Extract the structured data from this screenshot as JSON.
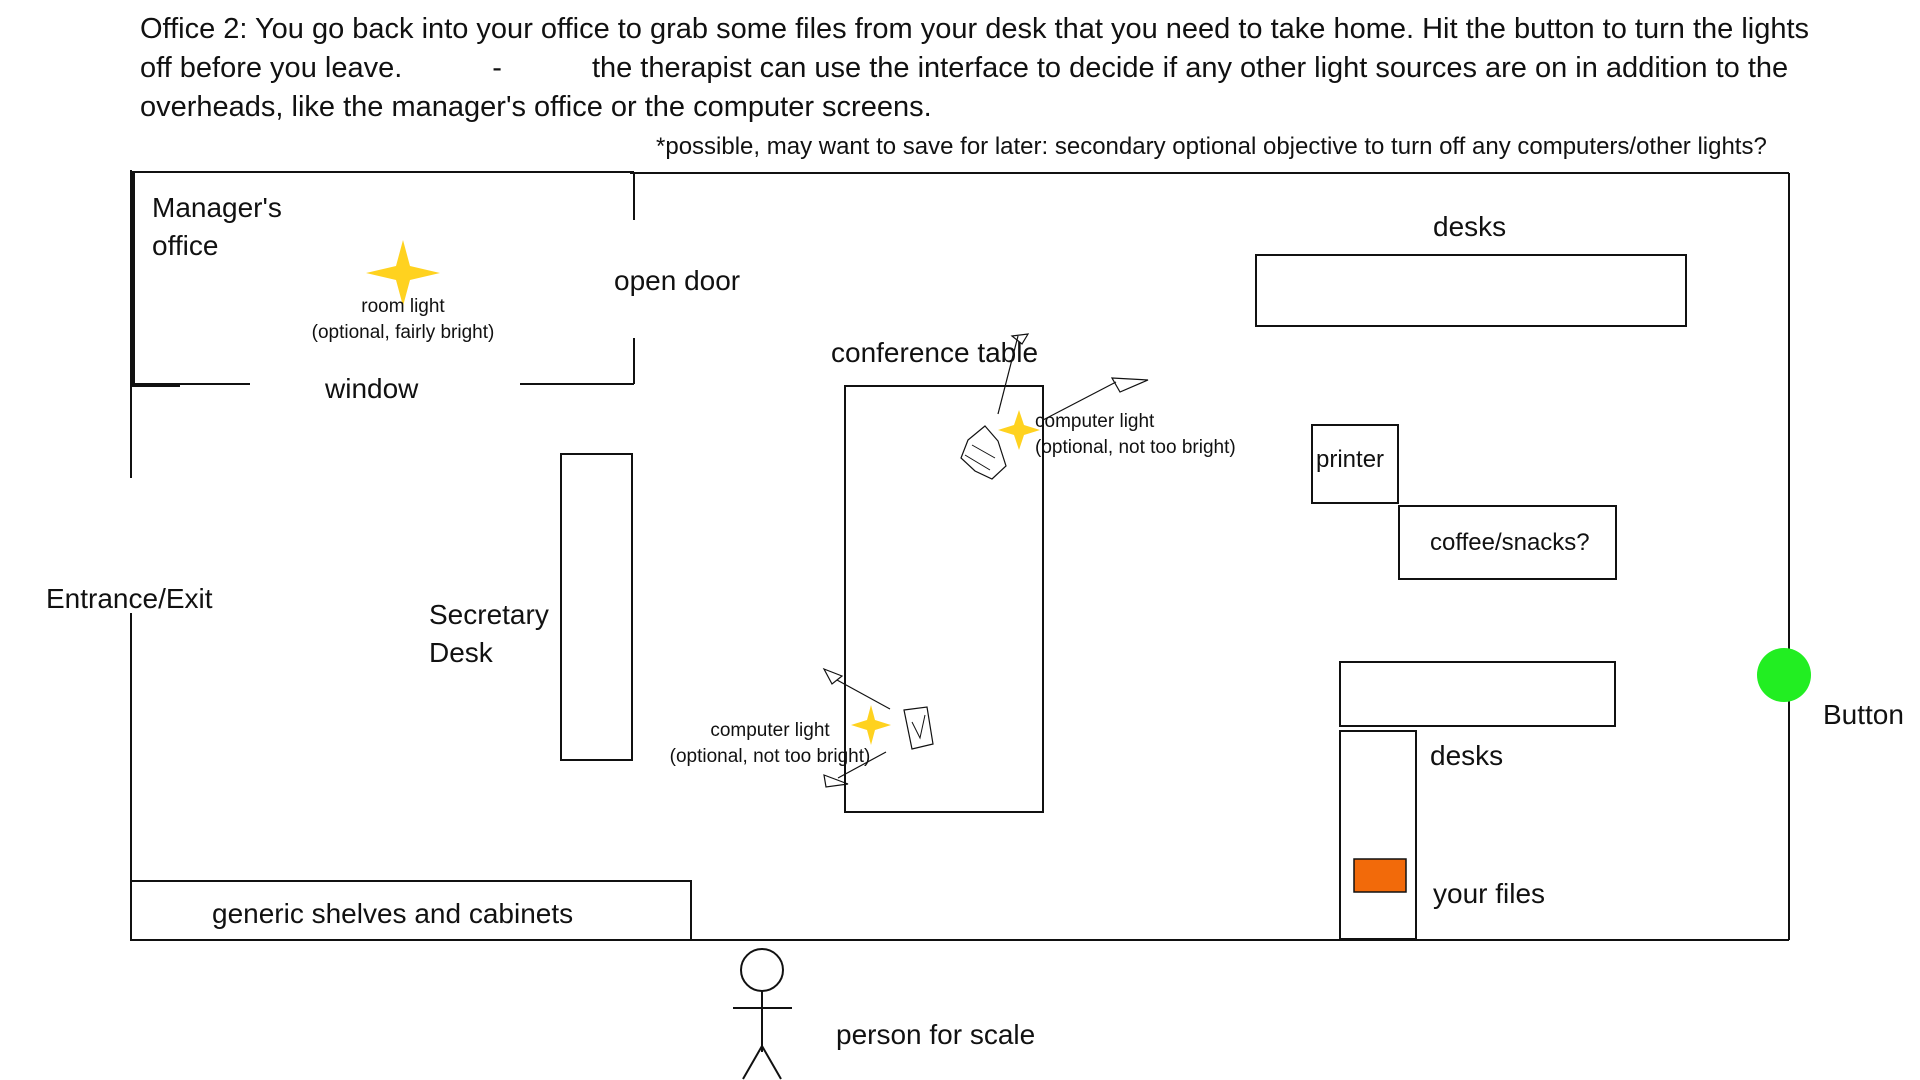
{
  "description": {
    "before_gap": "Office 2: You go back into your office to grab some files from your desk that you need to take home. Hit the button to turn the lights off before you leave.",
    "dash": "-",
    "after_gap": "the therapist can use the interface to decide if any other light sources are on in addition to the overheads, like the manager's office or the computer screens."
  },
  "note": "*possible, may want to save for later: secondary optional objective to turn off any computers/other lights?",
  "labels": {
    "managers_office_line1": "Manager's",
    "managers_office_line2": "office",
    "room_light_line1": "room light",
    "room_light_line2": "(optional, fairly bright)",
    "open_door": "open door",
    "window": "window",
    "conference_table": "conference table",
    "computer_light_top_line1": "computer light",
    "computer_light_top_line2": "(optional, not too bright)",
    "computer_light_bottom_line1": "computer light",
    "computer_light_bottom_line2": "(optional, not too bright)",
    "desks_top": "desks",
    "printer": "printer",
    "coffee": "coffee/snacks?",
    "entrance": "Entrance/Exit",
    "secretary_line1": "Secretary",
    "secretary_line2": "Desk",
    "button": "Button",
    "desks_bottom": "desks",
    "your_files": "your files",
    "shelves": "generic shelves and cabinets",
    "person": "person for scale"
  },
  "colors": {
    "light_star": "#FFD21F",
    "button": "#22EE22",
    "files": "#F26A0A",
    "line": "#111111"
  }
}
